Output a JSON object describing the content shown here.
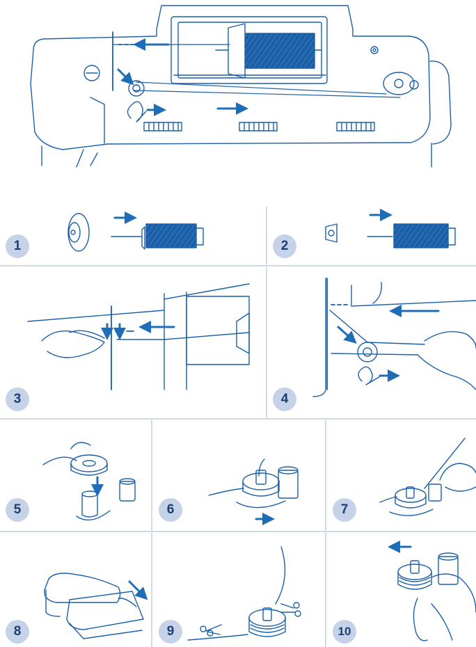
{
  "colors": {
    "line": "#1a5fa8",
    "arrow": "#1f6cb7",
    "badge_bg": "#c5d2e8",
    "badge_text": "#1d3f73",
    "grid": "#9fb4cf"
  },
  "steps": [
    {
      "number": "1"
    },
    {
      "number": "2"
    },
    {
      "number": "3"
    },
    {
      "number": "4"
    },
    {
      "number": "5"
    },
    {
      "number": "6"
    },
    {
      "number": "7"
    },
    {
      "number": "8"
    },
    {
      "number": "9"
    },
    {
      "number": "10"
    }
  ]
}
